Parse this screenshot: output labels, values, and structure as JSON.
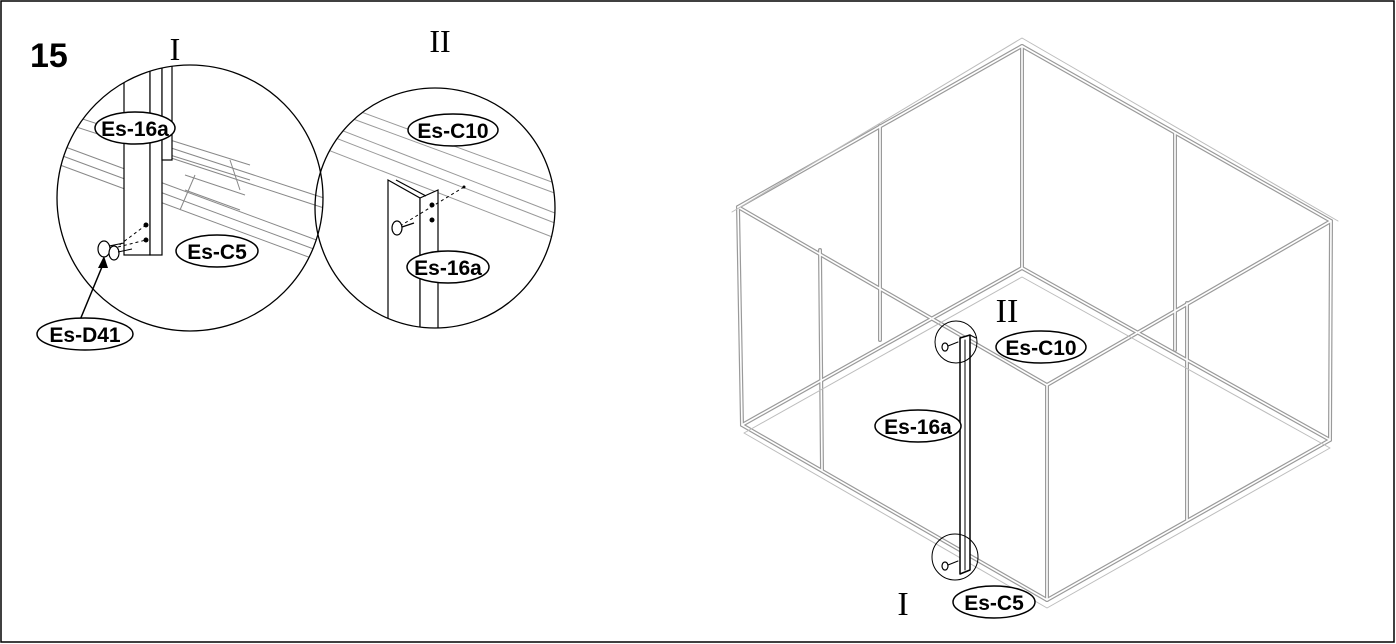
{
  "step": {
    "number": "15"
  },
  "detail_1": {
    "roman": "I",
    "labels": {
      "upright": "Es-16a",
      "rail": "Es-C5",
      "screw": "Es-D41"
    }
  },
  "detail_2": {
    "roman": "II",
    "labels": {
      "rail": "Es-C10",
      "upright": "Es-16a"
    }
  },
  "main_view": {
    "callout_top_roman": "II",
    "callout_bottom_roman": "I",
    "labels": {
      "top_rail": "Es-C10",
      "upright": "Es-16a",
      "bottom_rail": "Es-C5"
    }
  },
  "colors": {
    "ink": "#000000",
    "frame": "#9a9a9a",
    "frame_light": "#c8c8c8",
    "paper": "#ffffff"
  }
}
